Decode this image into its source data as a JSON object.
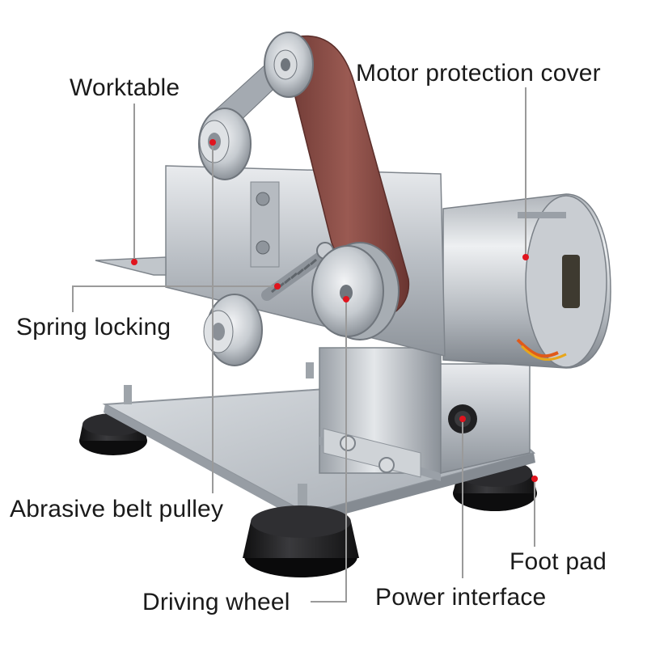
{
  "labels": {
    "worktable": "Worktable",
    "motor_cover": "Motor protection cover",
    "spring_locking": "Spring locking",
    "belt_pulley": "Abrasive belt pulley",
    "foot_pad": "Foot pad",
    "power_interface": "Power interface",
    "driving_wheel": "Driving wheel"
  },
  "colors": {
    "marker": "#e0141e",
    "leader": "#9a9a9a",
    "steel": "#c7cbd0",
    "belt": "#8a4b45",
    "rubber": "#1e1e20"
  }
}
